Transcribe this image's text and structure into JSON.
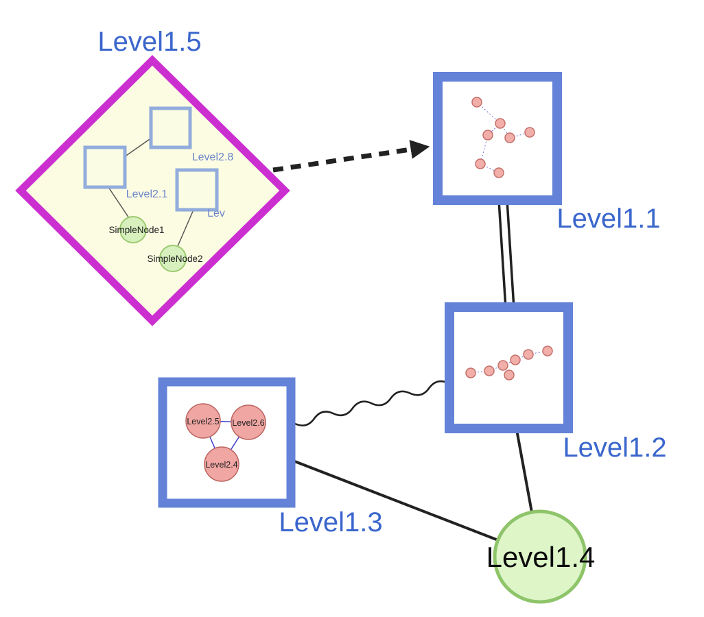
{
  "diagram": {
    "labels": {
      "level15": "Level1.5",
      "level11": "Level1.1",
      "level12": "Level1.2",
      "level13": "Level1.3",
      "level14": "Level1.4",
      "level28": "Level2.8",
      "level21": "Level2.1",
      "lev": "Lev",
      "simplenode1": "SimpleNode1",
      "simplenode2": "SimpleNode2",
      "level25": "Level2.5",
      "level26": "Level2.6",
      "level24": "Level2.4"
    },
    "colors": {
      "label_blue": "#3a66cc",
      "black_text": "#0b0b0b",
      "diamond_border": "#cb2fd0",
      "diamond_fill": "#fbfce2",
      "inner_group_border": "#92acdc",
      "inner_group_fill": "#fafce4",
      "box_border": "#6382d8",
      "box_fill": "#ffffff",
      "green_node_fill": "#d7f0bd",
      "green_node_border": "#9ccb70",
      "big_green_fill": "#def5c8",
      "big_green_border": "#8ec46a",
      "pink_node_fill": "#f0a6a3",
      "pink_node_border": "#bb6560",
      "mini_edge_blue": "#7070d8",
      "triangle_edge_blue": "#3c3ccc",
      "edge_black": "#222222"
    },
    "edges": [
      {
        "from": "Level1.5",
        "to": "Level1.1",
        "style": "thick-dashed-arrow"
      },
      {
        "from": "Level1.1",
        "to": "Level1.2",
        "style": "double-line"
      },
      {
        "from": "Level1.3",
        "to": "Level1.2",
        "style": "wavy"
      },
      {
        "from": "Level1.3",
        "to": "Level1.4",
        "style": "solid"
      },
      {
        "from": "Level1.2",
        "to": "Level1.4",
        "style": "solid"
      }
    ]
  }
}
